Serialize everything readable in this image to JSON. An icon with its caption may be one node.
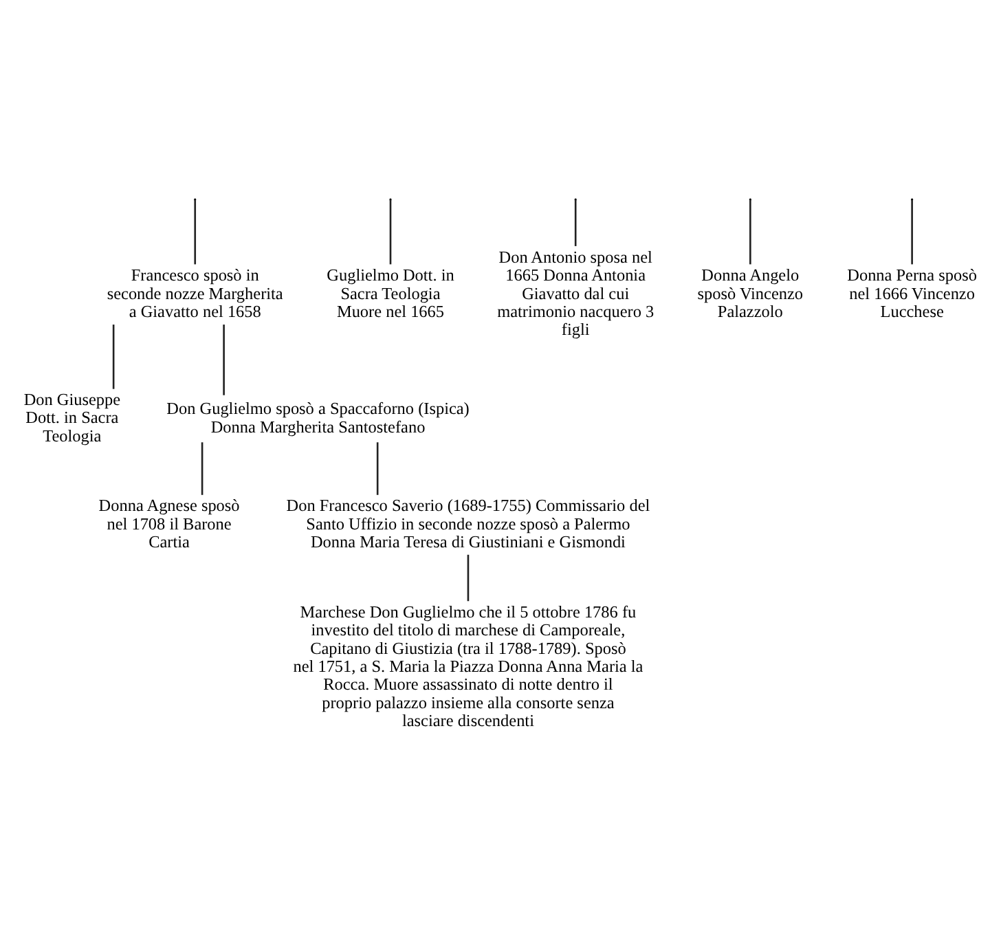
{
  "diagram": {
    "nodes": [
      {
        "text": [
          "Francesco sposò in seconde nozze Margherita a Giavatto nel 1658"
        ]
      },
      {
        "text": [
          "Guglielmo Dott. in Sacra Teologia Muore nel 1665"
        ]
      },
      {
        "text": [
          "Don Antonio sposa nel 1665 Donna Antonia Giavatto dal cui matrimonio nacquero 3 figli"
        ]
      },
      {
        "text": [
          "Donna Angelo sposò Vincenzo Palazzolo"
        ]
      },
      {
        "text": [
          "Donna Perna sposò nel 1666 Vincenzo Lucchese"
        ]
      },
      {
        "text": [
          "Don Giuseppe Dott. in Sacra Teologia"
        ]
      },
      {
        "text": [
          "Don Guglielmo sposò a Spaccaforno (Ispica) Donna Margherita Santostefano"
        ]
      },
      {
        "text": [
          "Donna Agnese sposò nel 1708 il Barone Cartia"
        ]
      },
      {
        "text": [
          "Don Francesco Saverio (1689-1755) Commissario del Santo Uffizio in seconde nozze sposò a Palermo Donna Maria Teresa di Giustiniani e Gismondi"
        ]
      },
      {
        "text": [
          "Marchese Don Guglielmo che il 5 ottobre 1786 fu investito del titolo di marchese di Camporeale, Capitano di Giustizia (tra il 1788-1789). Sposò nel 1751, a S. Maria la Piazza Donna Anna Maria la Rocca. Muore assassinato di notte dentro il proprio palazzo insieme alla consorte senza lasciare discendenti"
        ]
      }
    ],
    "edges": [
      {
        "from": null,
        "to": 0,
        "arrow": "none"
      },
      {
        "from": null,
        "to": 1,
        "arrow": "none"
      },
      {
        "from": null,
        "to": 2,
        "arrow": "none"
      },
      {
        "from": null,
        "to": 3,
        "arrow": "none"
      },
      {
        "from": null,
        "to": 4,
        "arrow": "none"
      },
      {
        "from": 0,
        "to": 5,
        "arrow": "none"
      },
      {
        "from": 0,
        "to": 6,
        "arrow": "none"
      },
      {
        "from": 6,
        "to": 7,
        "arrow": "none"
      },
      {
        "from": 6,
        "to": 8,
        "arrow": "none"
      },
      {
        "from": 8,
        "to": 9,
        "arrow": "none"
      }
    ]
  }
}
